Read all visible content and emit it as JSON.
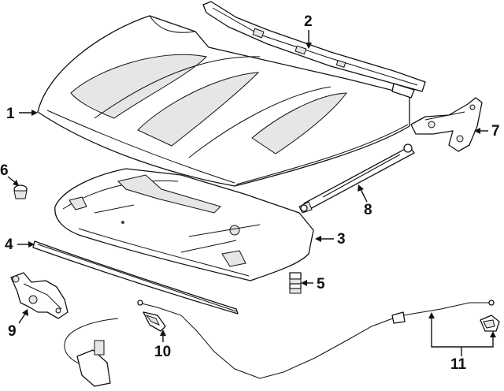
{
  "callouts": [
    {
      "id": "1",
      "label": "1"
    },
    {
      "id": "2",
      "label": "2"
    },
    {
      "id": "3",
      "label": "3"
    },
    {
      "id": "4",
      "label": "4"
    },
    {
      "id": "5",
      "label": "5"
    },
    {
      "id": "6",
      "label": "6"
    },
    {
      "id": "7",
      "label": "7"
    },
    {
      "id": "8",
      "label": "8"
    },
    {
      "id": "9",
      "label": "9"
    },
    {
      "id": "10",
      "label": "10"
    },
    {
      "id": "11",
      "label": "11"
    }
  ],
  "colors": {
    "line": "#111111",
    "background": "#ffffff",
    "shade": "#e6e6e6"
  }
}
